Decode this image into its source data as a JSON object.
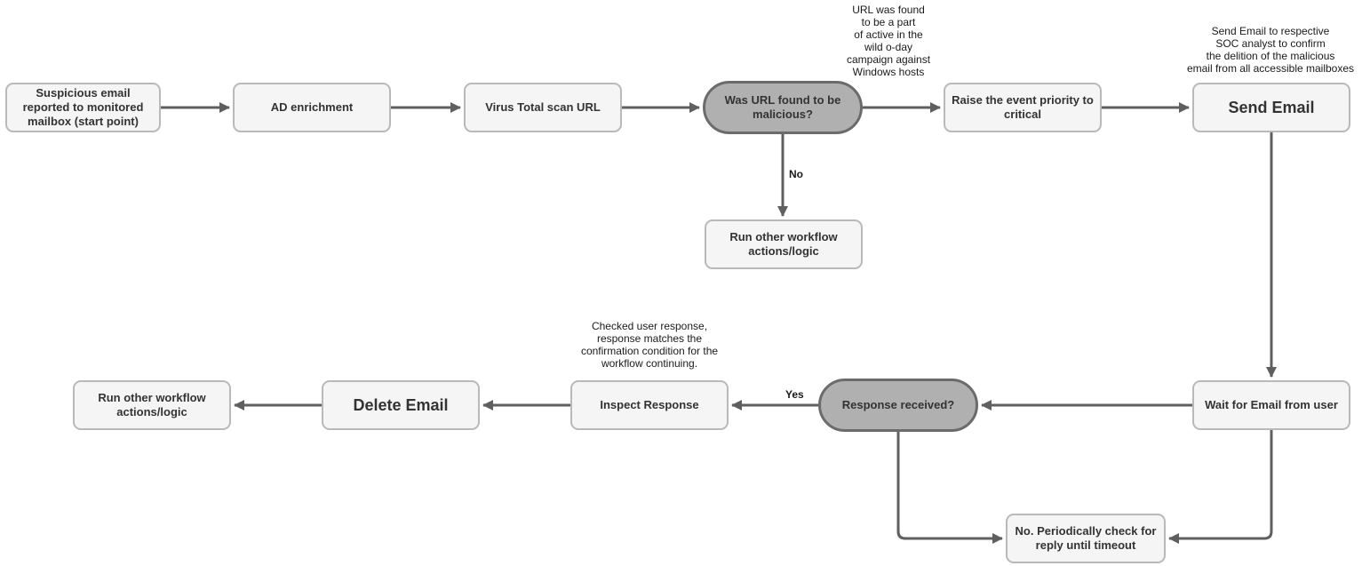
{
  "diagram_type": "flowchart",
  "colors": {
    "background": "#ffffff",
    "process_fill": "#f5f5f5",
    "process_border": "#b9b9b9",
    "decision_fill": "#b0b0b0",
    "decision_border": "#6b6b6b",
    "arrow": "#5f5f5f",
    "text": "#333333"
  },
  "nodes": {
    "start": {
      "label": "Suspicious email\nreported to monitored\nmailbox (start point)",
      "type": "process"
    },
    "ad_enrichment": {
      "label": "AD enrichment",
      "type": "process"
    },
    "virus_total": {
      "label": "Virus Total scan URL",
      "type": "process"
    },
    "url_malicious": {
      "label": "Was URL found to be\nmalicious?",
      "type": "decision"
    },
    "raise_priority": {
      "label": "Raise the event priority to\ncritical",
      "type": "process"
    },
    "send_email": {
      "label": "Send Email",
      "type": "process"
    },
    "run_other_top": {
      "label": "Run other workflow\nactions/logic",
      "type": "process"
    },
    "wait_email": {
      "label": "Wait for Email from user",
      "type": "process"
    },
    "response_received": {
      "label": "Response received?",
      "type": "decision"
    },
    "inspect_response": {
      "label": "Inspect Response",
      "type": "process"
    },
    "delete_email": {
      "label": "Delete Email",
      "type": "process"
    },
    "run_other_bottom": {
      "label": "Run other workflow\nactions/logic",
      "type": "process"
    },
    "periodic_check": {
      "label": "No. Periodically check for\nreply until timeout",
      "type": "process"
    }
  },
  "annotations": {
    "campaign_note": {
      "text": "URL was found\nto be a part\nof active in the\nwild o-day\ncampaign against\nWindows hosts"
    },
    "send_email_note": {
      "text": "Send Email to respective\nSOC analyst to confirm\nthe delition of the malicious\nemail from all accessible mailboxes"
    },
    "response_note": {
      "text": "Checked user response,\nresponse matches the\nconfirmation condition for the\nworkflow continuing."
    }
  },
  "edges": [
    {
      "from": "start",
      "to": "ad_enrichment",
      "label": ""
    },
    {
      "from": "ad_enrichment",
      "to": "virus_total",
      "label": ""
    },
    {
      "from": "virus_total",
      "to": "url_malicious",
      "label": ""
    },
    {
      "from": "url_malicious",
      "to": "raise_priority",
      "label": ""
    },
    {
      "from": "raise_priority",
      "to": "send_email",
      "label": ""
    },
    {
      "from": "url_malicious",
      "to": "run_other_top",
      "label": "No"
    },
    {
      "from": "send_email",
      "to": "wait_email",
      "label": ""
    },
    {
      "from": "wait_email",
      "to": "response_received",
      "label": ""
    },
    {
      "from": "response_received",
      "to": "inspect_response",
      "label": "Yes"
    },
    {
      "from": "inspect_response",
      "to": "delete_email",
      "label": ""
    },
    {
      "from": "delete_email",
      "to": "run_other_bottom",
      "label": ""
    },
    {
      "from": "response_received",
      "to": "periodic_check",
      "label": ""
    },
    {
      "from": "wait_email",
      "to": "periodic_check",
      "label": ""
    }
  ]
}
